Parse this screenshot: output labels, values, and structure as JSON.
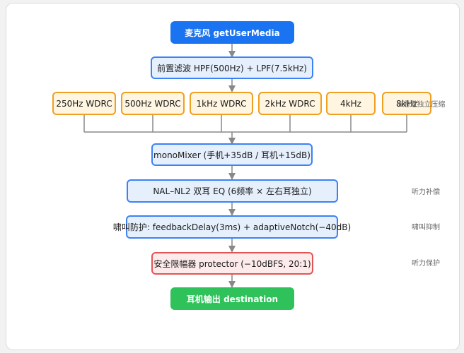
{
  "nodes": {
    "mic": "麦克风 getUserMedia",
    "prefilter": "前置滤波 HPF(500Hz) + LPF(7.5kHz)",
    "bands": [
      "250Hz WDRC",
      "500Hz WDRC",
      "1kHz WDRC",
      "2kHz WDRC",
      "4kHz",
      "8kHz"
    ],
    "mixer": "monoMixer (手机+35dB / 耳机+15dB)",
    "eq": "NAL–NL2 双耳 EQ (6频率 × 左右耳独立)",
    "feedback": "啸叫防护: feedbackDelay(3ms) + adaptiveNotch(−40dB)",
    "limiter": "安全限幅器 protector (−10dBFS, 20:1)",
    "output": "耳机输出 destination"
  },
  "annotations": {
    "bands": "6通道独立压缩",
    "eq": "听力补偿",
    "feedback": "啸叫抑制",
    "limiter": "听力保护"
  },
  "colors": {
    "source": "#1a73f0",
    "process_fill": "#e6f0fd",
    "process_border": "#3b82f6",
    "band_fill": "#fff5e0",
    "band_border": "#f0a020",
    "limiter_fill": "#fdeaea",
    "limiter_border": "#e25555",
    "output": "#2fc25b",
    "connector": "#888888"
  }
}
